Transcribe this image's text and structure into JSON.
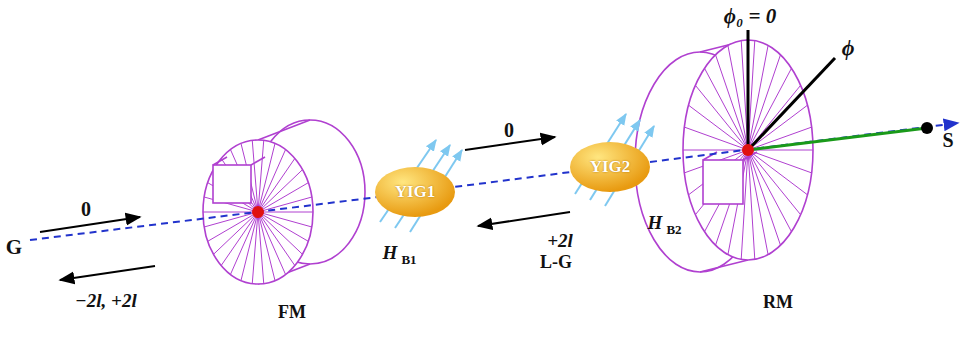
{
  "diagram": {
    "nodes": [
      {
        "text": [
          "YIG1"
        ]
      },
      {
        "text": [
          "YIG2"
        ]
      }
    ],
    "edges": [
      {
        "from": 0,
        "to": 1,
        "arrow": "none"
      }
    ],
    "labels": [
      "G",
      "0",
      "−2l, +2l",
      "FM",
      "H",
      "B1",
      "0",
      "+2l",
      "L-G",
      "H",
      "B2",
      "RM",
      "ϕ₀ = 0",
      "ϕ",
      "S"
    ]
  }
}
